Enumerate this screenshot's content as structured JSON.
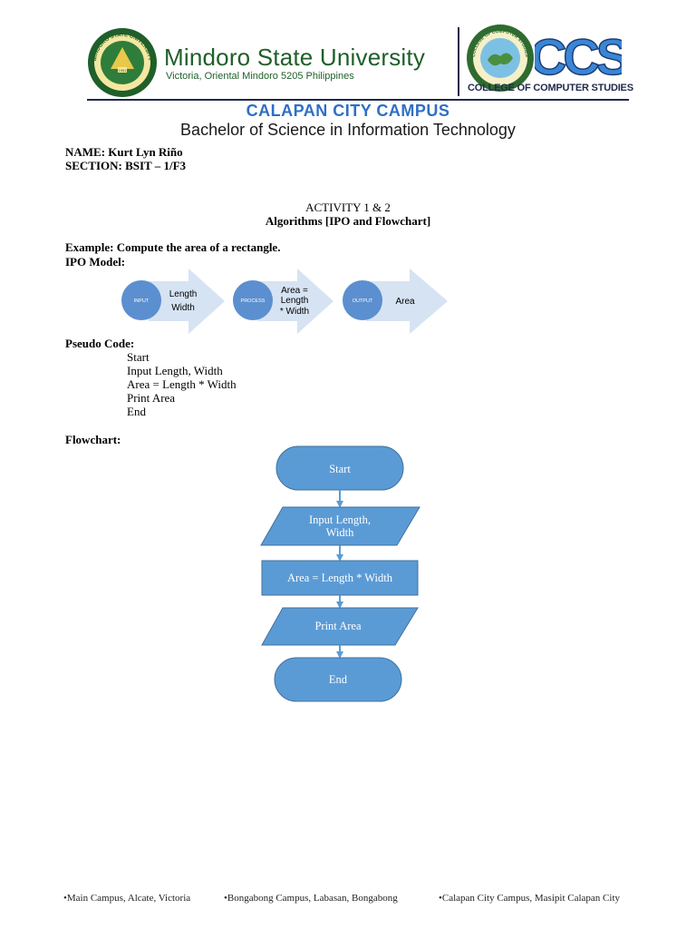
{
  "header": {
    "university_name": "Mindoro State University",
    "university_address": "Victoria, Oriental Mindoro 5205 Philippines",
    "seal_text": "MINDORO STATE UNIVERSITY",
    "seal_year": "1951",
    "ccs_logo_text": "CCS",
    "ccs_seal_text": "COLLEGE OF COMPUTER STUDIES",
    "college_name": "COLLEGE OF COMPUTER STUDIES",
    "campus": "CALAPAN CITY CAMPUS",
    "program": "Bachelor of Science in Information Technology",
    "colors": {
      "green": "#1f5f2a",
      "navy": "#1e2a4a",
      "blue": "#2d6fc7"
    }
  },
  "student": {
    "name": "NAME: Kurt Lyn  Riño",
    "section": "SECTION: BSIT – 1/F3"
  },
  "activity": {
    "title": "ACTIVITY 1 & 2",
    "subtitle": "Algorithms [IPO and Flowchart]"
  },
  "example": "Example: Compute the area of a rectangle.",
  "ipo": {
    "label": "IPO Model:",
    "input": {
      "tag": "INPUT",
      "lines": [
        "Length",
        "Width"
      ]
    },
    "process": {
      "tag": "PROCESS",
      "lines": [
        "Area =",
        "Length",
        "* Width"
      ]
    },
    "output": {
      "tag": "OUTPUT",
      "lines": [
        "Area"
      ]
    },
    "colors": {
      "circle": "#5b8fcf",
      "arrow": "#d6e3f3"
    }
  },
  "pseudo": {
    "label": "Pseudo Code:",
    "lines": [
      "Start",
      "Input Length, Width",
      "Area = Length * Width",
      "Print Area",
      "End"
    ]
  },
  "flowchart": {
    "label": "Flowchart:",
    "start": "Start",
    "input": [
      "Input Length,",
      "Width"
    ],
    "process": "Area = Length * Width",
    "output": "Print Area",
    "end": "End",
    "colors": {
      "fill": "#5b9bd5",
      "stroke": "#41719c",
      "text": "#ffffff"
    }
  },
  "footer": {
    "main": "•Main Campus, Alcate, Victoria",
    "bongabong": "•Bongabong Campus, Labasan, Bongabong",
    "calapan": "•Calapan City Campus, Masipit Calapan City"
  }
}
